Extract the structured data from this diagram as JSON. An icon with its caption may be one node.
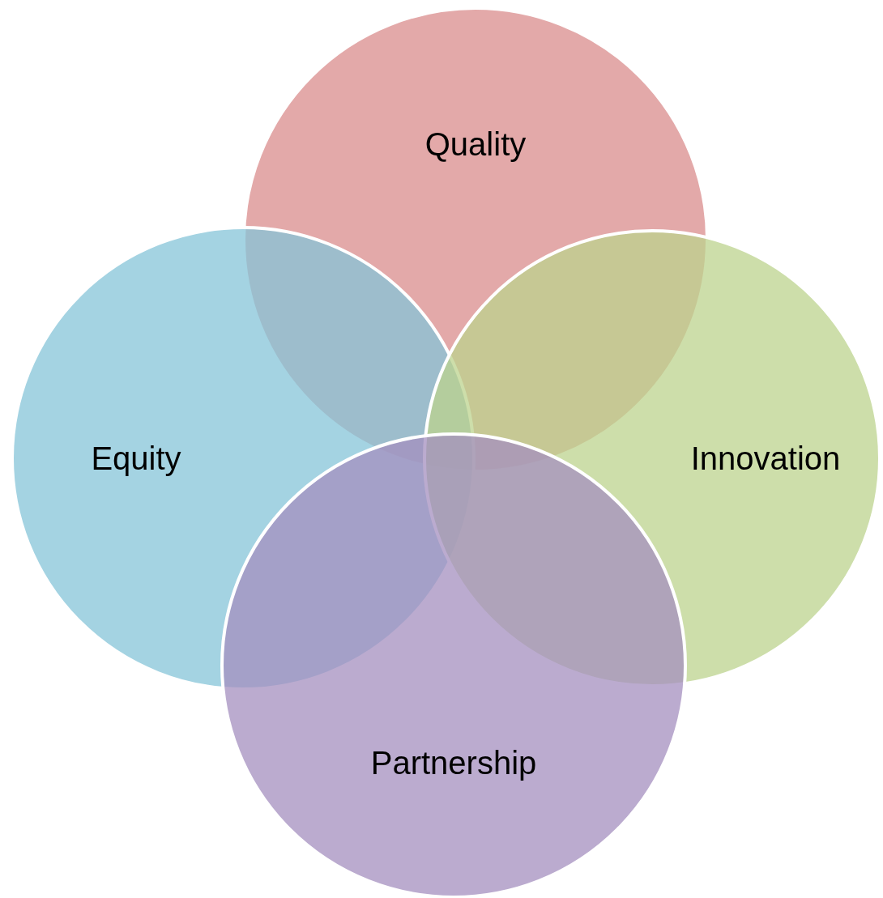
{
  "diagram": {
    "nodes": [
      {
        "text": [
          "Quality"
        ]
      },
      {
        "text": [
          "Equity"
        ]
      },
      {
        "text": [
          "Innovation"
        ]
      },
      {
        "text": [
          "Partnership"
        ]
      }
    ]
  }
}
